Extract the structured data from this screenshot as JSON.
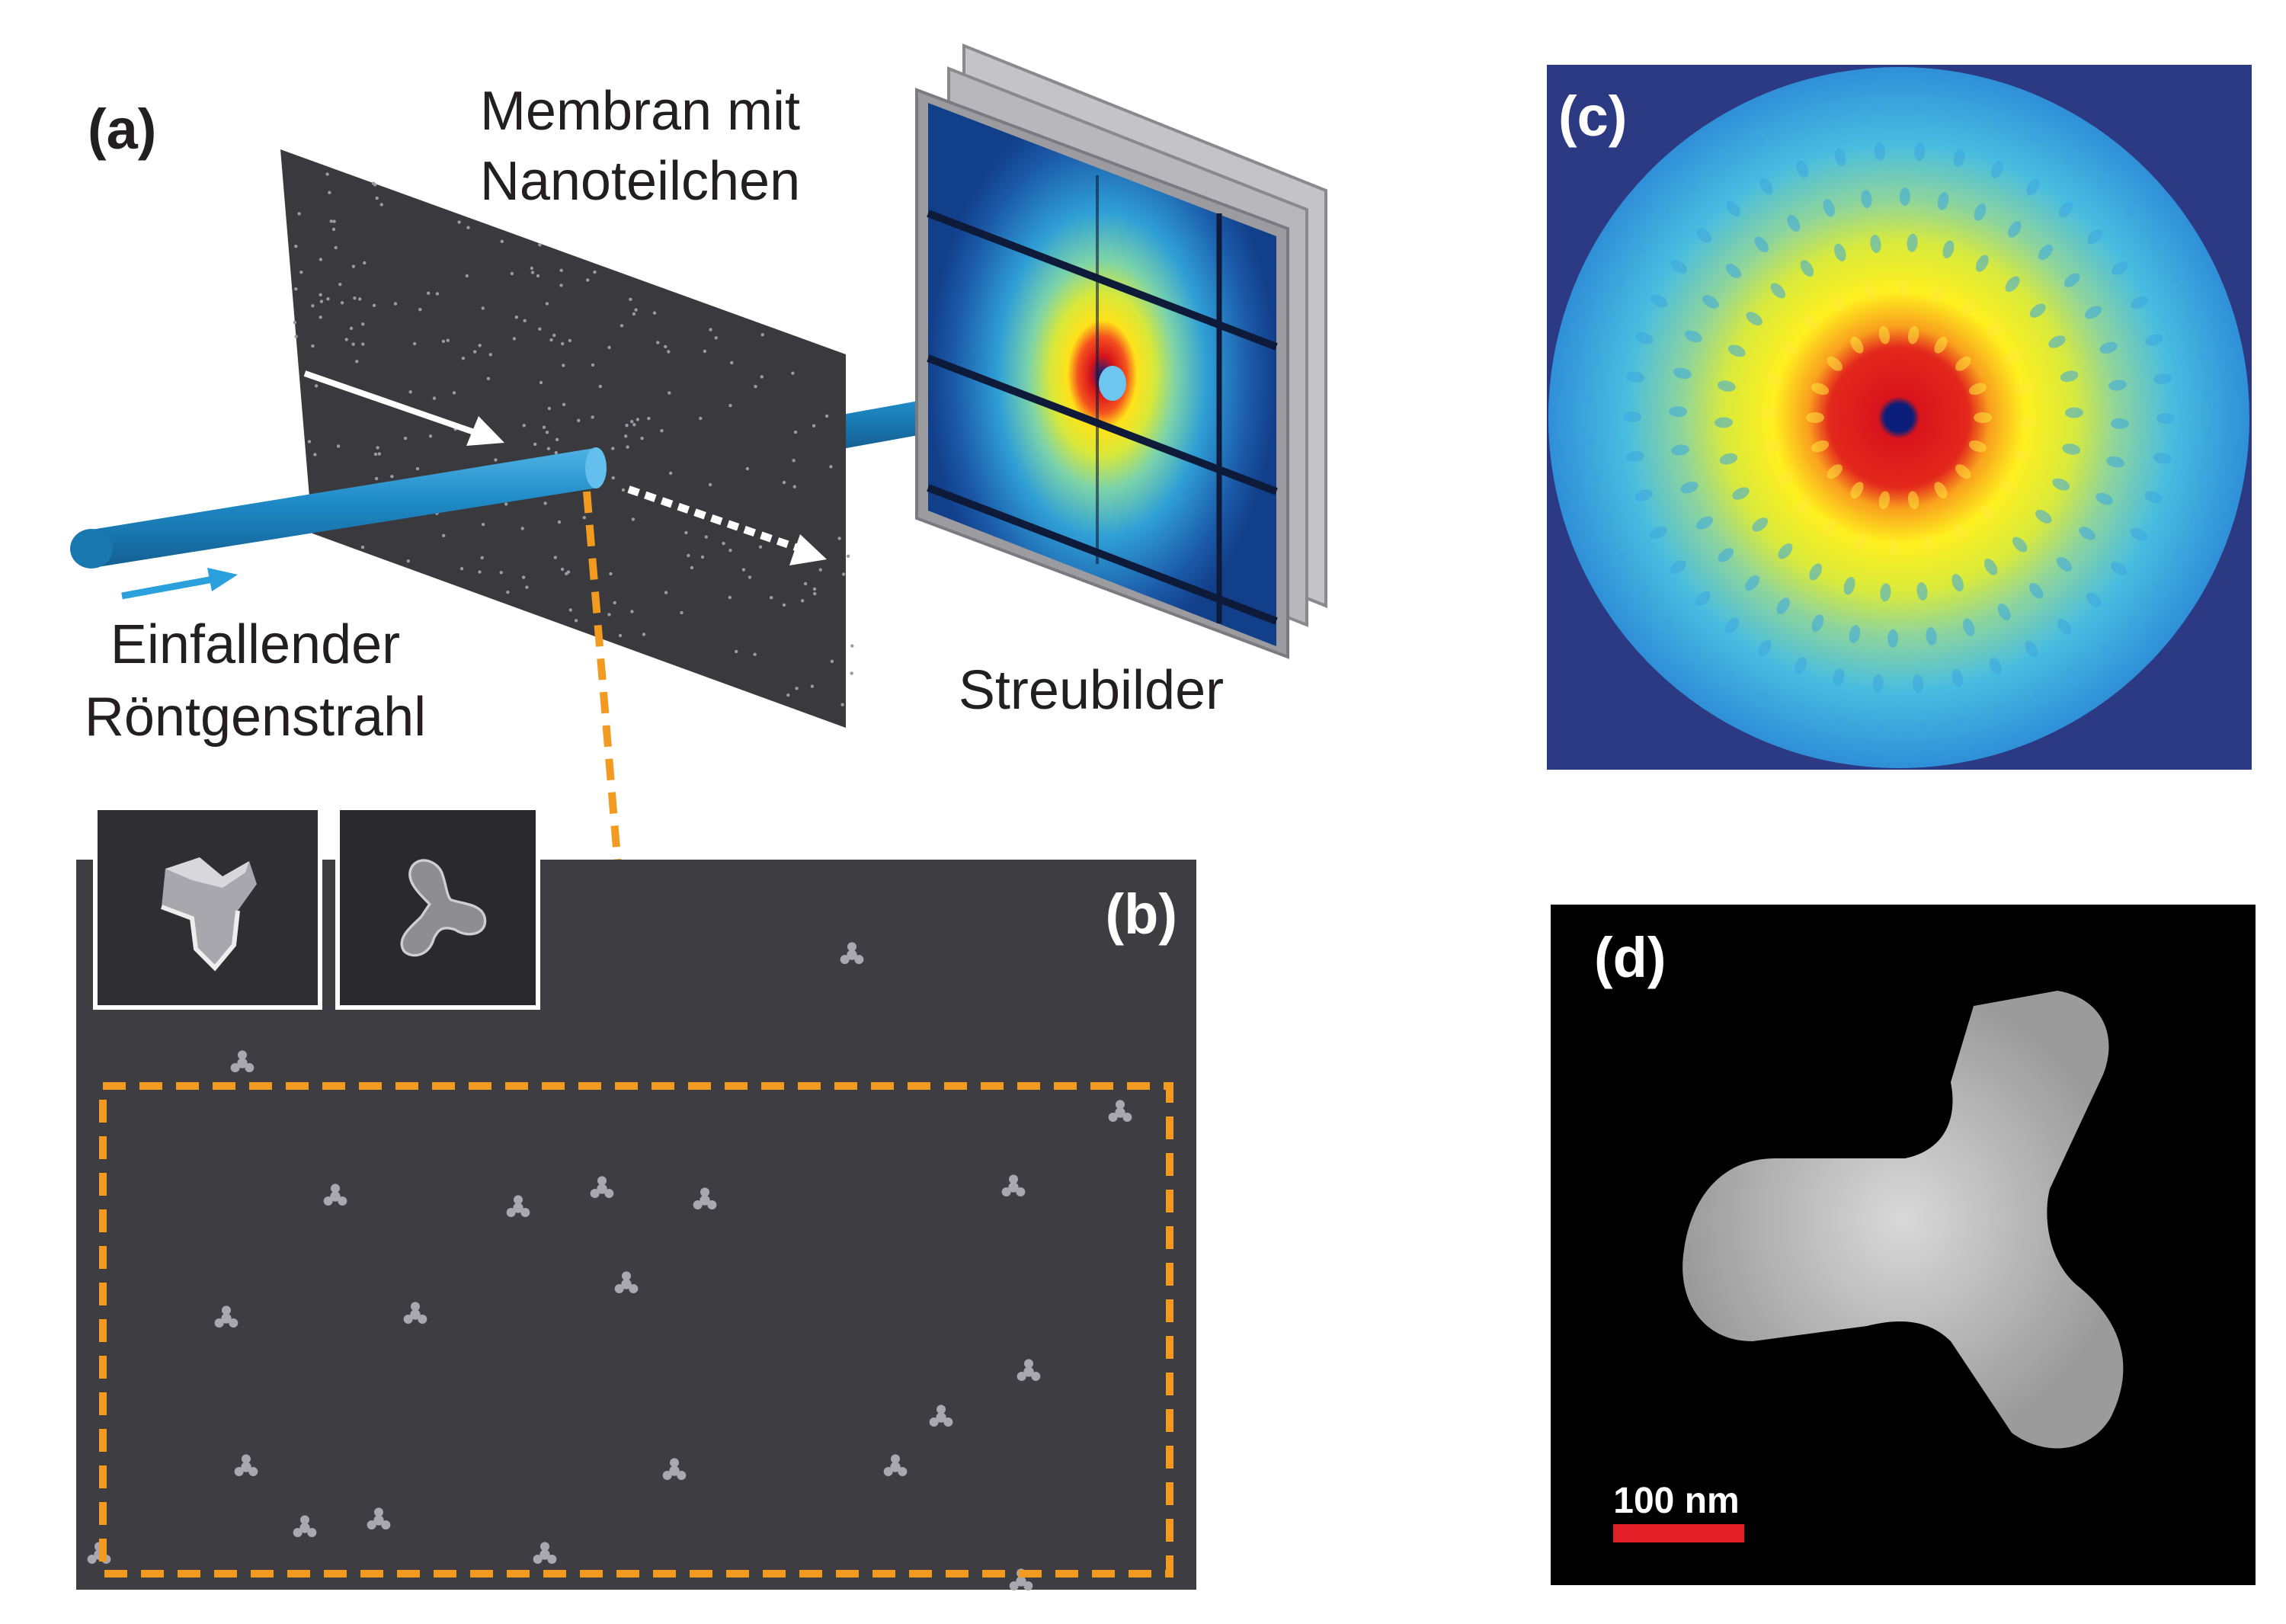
{
  "panels": {
    "a": {
      "letter": "(a)",
      "membrane_label": [
        "Membran mit",
        "Nanoteilchen"
      ],
      "beam_label": [
        "Einfallender",
        "Röntgenstrahl"
      ],
      "detector_label": "Streubilder"
    },
    "b": {
      "letter": "(b)"
    },
    "c": {
      "letter": "(c)"
    },
    "d": {
      "letter": "(d)",
      "scale_bar": "100 nm"
    }
  },
  "colors": {
    "membrane": "#3a3a3e",
    "beam": "#1e8ac6",
    "arrow_blue": "#2aa0dc",
    "highlight": "#f39a21",
    "sem_bg": "#3d3d42",
    "diffraction_bg": "#2b3a82",
    "scale_bar": "#e21f26"
  },
  "icons": [
    "right-arrow-icon",
    "dashed-right-arrow-icon",
    "trefoil-nanoparticle-icon"
  ]
}
